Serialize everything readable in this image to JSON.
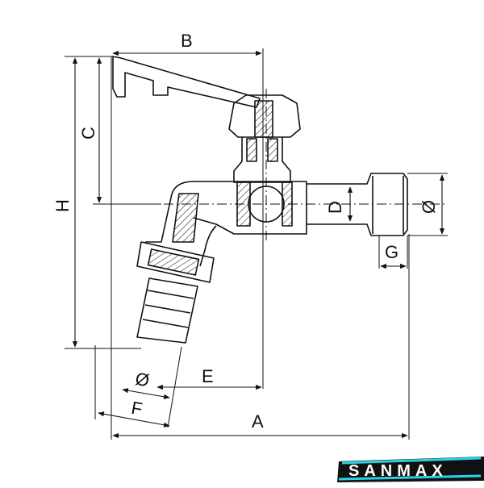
{
  "labels": {
    "A": "A",
    "B": "B",
    "C": "C",
    "D": "D",
    "E": "E",
    "F": "F",
    "G": "G",
    "H": "H",
    "diam_outlet": "Ø",
    "diam_hose": "Ø"
  },
  "brand": {
    "name": "SANMAX",
    "accent_color": "#27d3e6",
    "bg_color": "#111111"
  }
}
